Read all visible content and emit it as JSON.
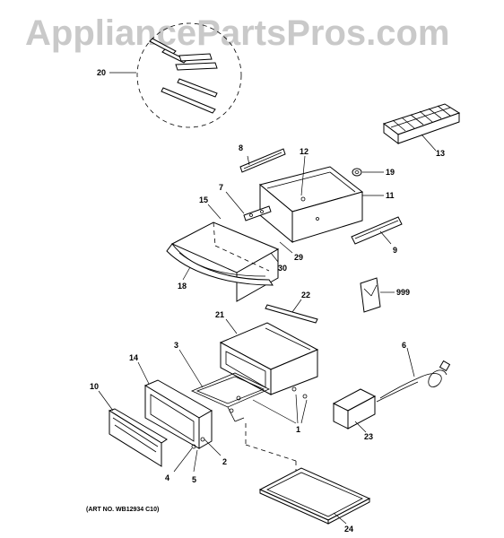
{
  "watermark": "AppliancePartsPros.com",
  "art_number": "(ART NO. WB12934 C10)",
  "callouts": {
    "c1": "1",
    "c2": "2",
    "c3": "3",
    "c4": "4",
    "c5": "5",
    "c6": "6",
    "c7": "7",
    "c8": "8",
    "c9": "9",
    "c10": "10",
    "c11": "11",
    "c12": "12",
    "c13": "13",
    "c14": "14",
    "c15": "15",
    "c18": "18",
    "c19": "19",
    "c20": "20",
    "c21": "21",
    "c22": "22",
    "c23": "23",
    "c24": "24",
    "c29": "29",
    "c30": "30",
    "c999": "999"
  }
}
